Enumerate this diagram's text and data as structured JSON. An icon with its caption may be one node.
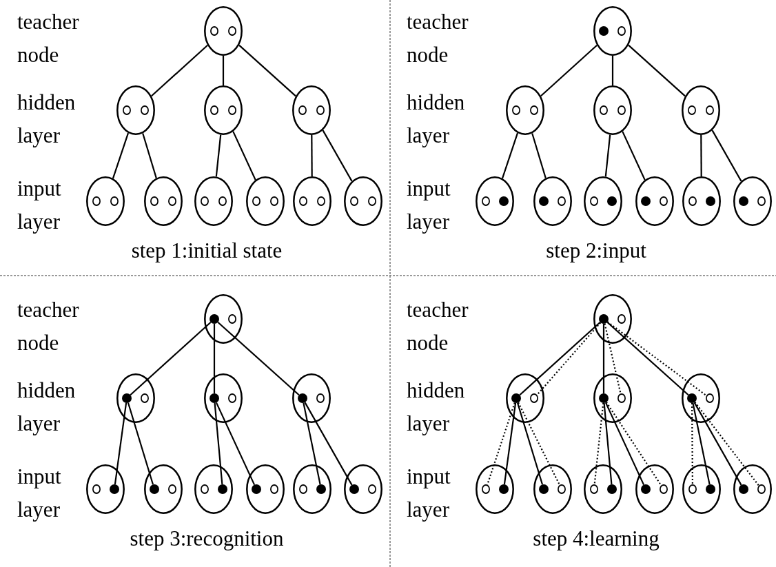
{
  "diagram": {
    "nodes": [
      {
        "text": [],
        "shape": "ellipse"
      },
      {
        "text": [],
        "shape": "circle",
        "in": 0
      },
      {
        "text": [],
        "shape": "circle",
        "in": 0
      },
      {
        "text": [],
        "shape": "ellipse"
      },
      {
        "text": [],
        "shape": "circle",
        "in": 3
      },
      {
        "text": [],
        "shape": "circle",
        "in": 3
      },
      {
        "text": [],
        "shape": "ellipse"
      },
      {
        "text": [],
        "shape": "circle",
        "in": 6
      },
      {
        "text": [],
        "shape": "circle",
        "in": 6
      },
      {
        "text": [],
        "shape": "ellipse"
      },
      {
        "text": [],
        "shape": "circle",
        "in": 9
      },
      {
        "text": [],
        "shape": "circle",
        "in": 9
      },
      {
        "text": [],
        "shape": "ellipse"
      },
      {
        "text": [],
        "shape": "circle",
        "in": 12
      },
      {
        "text": [],
        "shape": "circle",
        "in": 12
      },
      {
        "text": [],
        "shape": "ellipse"
      },
      {
        "text": [],
        "shape": "circle",
        "in": 15
      },
      {
        "text": [],
        "shape": "circle",
        "in": 15
      },
      {
        "text": [],
        "shape": "ellipse"
      },
      {
        "text": [],
        "shape": "circle",
        "in": 18
      },
      {
        "text": [],
        "shape": "circle",
        "in": 18
      },
      {
        "text": [],
        "shape": "ellipse"
      },
      {
        "text": [],
        "shape": "circle",
        "in": 21
      },
      {
        "text": [],
        "shape": "circle",
        "in": 21
      },
      {
        "text": [],
        "shape": "ellipse"
      },
      {
        "text": [],
        "shape": "circle",
        "in": 24
      },
      {
        "text": [],
        "shape": "circle",
        "in": 24
      },
      {
        "text": [],
        "shape": "ellipse"
      },
      {
        "text": [],
        "shape": "circle",
        "in": 27
      },
      {
        "text": [],
        "shape": "circle",
        "in": 27
      },
      {
        "text": [],
        "shape": "ellipse"
      },
      {
        "text": [],
        "shape": "dot",
        "in": 30
      },
      {
        "text": [],
        "shape": "circle",
        "in": 30
      },
      {
        "text": [],
        "shape": "ellipse"
      },
      {
        "text": [],
        "shape": "circle",
        "in": 33
      },
      {
        "text": [],
        "shape": "circle",
        "in": 33
      },
      {
        "text": [],
        "shape": "ellipse"
      },
      {
        "text": [],
        "shape": "circle",
        "in": 36
      },
      {
        "text": [],
        "shape": "circle",
        "in": 36
      },
      {
        "text": [],
        "shape": "ellipse"
      },
      {
        "text": [],
        "shape": "circle",
        "in": 39
      },
      {
        "text": [],
        "shape": "circle",
        "in": 39
      },
      {
        "text": [],
        "shape": "ellipse"
      },
      {
        "text": [],
        "shape": "circle",
        "in": 42
      },
      {
        "text": [],
        "shape": "dot",
        "in": 42
      },
      {
        "text": [],
        "shape": "ellipse"
      },
      {
        "text": [],
        "shape": "dot",
        "in": 45
      },
      {
        "text": [],
        "shape": "circle",
        "in": 45
      },
      {
        "text": [],
        "shape": "ellipse"
      },
      {
        "text": [],
        "shape": "circle",
        "in": 48
      },
      {
        "text": [],
        "shape": "dot",
        "in": 48
      },
      {
        "text": [],
        "shape": "ellipse"
      },
      {
        "text": [],
        "shape": "dot",
        "in": 51
      },
      {
        "text": [],
        "shape": "circle",
        "in": 51
      },
      {
        "text": [],
        "shape": "ellipse"
      },
      {
        "text": [],
        "shape": "circle",
        "in": 54
      },
      {
        "text": [],
        "shape": "dot",
        "in": 54
      },
      {
        "text": [],
        "shape": "ellipse"
      },
      {
        "text": [],
        "shape": "dot",
        "in": 57
      },
      {
        "text": [],
        "shape": "circle",
        "in": 57
      },
      {
        "text": [],
        "shape": "ellipse"
      },
      {
        "text": [],
        "shape": "dot",
        "in": 60
      },
      {
        "text": [],
        "shape": "circle",
        "in": 60
      },
      {
        "text": [],
        "shape": "ellipse"
      },
      {
        "text": [],
        "shape": "dot",
        "in": 63
      },
      {
        "text": [],
        "shape": "circle",
        "in": 63
      },
      {
        "text": [],
        "shape": "ellipse"
      },
      {
        "text": [],
        "shape": "dot",
        "in": 66
      },
      {
        "text": [],
        "shape": "circle",
        "in": 66
      },
      {
        "text": [],
        "shape": "ellipse"
      },
      {
        "text": [],
        "shape": "dot",
        "in": 69
      },
      {
        "text": [],
        "shape": "circle",
        "in": 69
      },
      {
        "text": [],
        "shape": "ellipse"
      },
      {
        "text": [],
        "shape": "circle",
        "in": 72
      },
      {
        "text": [],
        "shape": "dot",
        "in": 72
      },
      {
        "text": [],
        "shape": "ellipse"
      },
      {
        "text": [],
        "shape": "dot",
        "in": 75
      },
      {
        "text": [],
        "shape": "circle",
        "in": 75
      },
      {
        "text": [],
        "shape": "ellipse"
      },
      {
        "text": [],
        "shape": "circle",
        "in": 78
      },
      {
        "text": [],
        "shape": "dot",
        "in": 78
      },
      {
        "text": [],
        "shape": "ellipse"
      },
      {
        "text": [],
        "shape": "dot",
        "in": 81
      },
      {
        "text": [],
        "shape": "circle",
        "in": 81
      },
      {
        "text": [],
        "shape": "ellipse"
      },
      {
        "text": [],
        "shape": "circle",
        "in": 84
      },
      {
        "text": [],
        "shape": "dot",
        "in": 84
      },
      {
        "text": [],
        "shape": "ellipse"
      },
      {
        "text": [],
        "shape": "dot",
        "in": 87
      },
      {
        "text": [],
        "shape": "circle",
        "in": 87
      },
      {
        "text": [],
        "shape": "ellipse"
      },
      {
        "text": [],
        "shape": "dot",
        "in": 90
      },
      {
        "text": [],
        "shape": "circle",
        "in": 90
      },
      {
        "text": [],
        "shape": "ellipse"
      },
      {
        "text": [],
        "shape": "dot",
        "in": 93
      },
      {
        "text": [],
        "shape": "circle",
        "in": 93
      },
      {
        "text": [],
        "shape": "ellipse"
      },
      {
        "text": [],
        "shape": "dot",
        "in": 96
      },
      {
        "text": [],
        "shape": "circle",
        "in": 96
      },
      {
        "text": [],
        "shape": "ellipse"
      },
      {
        "text": [],
        "shape": "dot",
        "in": 99
      },
      {
        "text": [],
        "shape": "circle",
        "in": 99
      },
      {
        "text": [],
        "shape": "ellipse"
      },
      {
        "text": [],
        "shape": "circle",
        "in": 102
      },
      {
        "text": [],
        "shape": "dot",
        "in": 102
      },
      {
        "text": [],
        "shape": "ellipse"
      },
      {
        "text": [],
        "shape": "dot",
        "in": 105
      },
      {
        "text": [],
        "shape": "circle",
        "in": 105
      },
      {
        "text": [],
        "shape": "ellipse"
      },
      {
        "text": [],
        "shape": "circle",
        "in": 108
      },
      {
        "text": [],
        "shape": "dot",
        "in": 108
      },
      {
        "text": [],
        "shape": "ellipse"
      },
      {
        "text": [],
        "shape": "dot",
        "in": 111
      },
      {
        "text": [],
        "shape": "circle",
        "in": 111
      },
      {
        "text": [],
        "shape": "ellipse"
      },
      {
        "text": [],
        "shape": "circle",
        "in": 114
      },
      {
        "text": [],
        "shape": "dot",
        "in": 114
      },
      {
        "text": [],
        "shape": "ellipse"
      },
      {
        "text": [],
        "shape": "dot",
        "in": 117
      },
      {
        "text": [],
        "shape": "circle",
        "in": 117
      }
    ],
    "edges": [
      {
        "from": 0,
        "to": 3,
        "arrow": "none"
      },
      {
        "from": 0,
        "to": 6,
        "arrow": "none"
      },
      {
        "from": 0,
        "to": 9,
        "arrow": "none"
      },
      {
        "from": 3,
        "to": 12,
        "arrow": "none"
      },
      {
        "from": 3,
        "to": 15,
        "arrow": "none"
      },
      {
        "from": 6,
        "to": 18,
        "arrow": "none"
      },
      {
        "from": 6,
        "to": 21,
        "arrow": "none"
      },
      {
        "from": 9,
        "to": 24,
        "arrow": "none"
      },
      {
        "from": 9,
        "to": 27,
        "arrow": "none"
      },
      {
        "from": 30,
        "to": 33,
        "arrow": "none"
      },
      {
        "from": 30,
        "to": 36,
        "arrow": "none"
      },
      {
        "from": 30,
        "to": 39,
        "arrow": "none"
      },
      {
        "from": 33,
        "to": 42,
        "arrow": "none"
      },
      {
        "from": 33,
        "to": 45,
        "arrow": "none"
      },
      {
        "from": 36,
        "to": 48,
        "arrow": "none"
      },
      {
        "from": 36,
        "to": 51,
        "arrow": "none"
      },
      {
        "from": 39,
        "to": 54,
        "arrow": "none"
      },
      {
        "from": 39,
        "to": 57,
        "arrow": "none"
      },
      {
        "from": 61,
        "to": 64,
        "arrow": "none"
      },
      {
        "from": 61,
        "to": 67,
        "arrow": "none"
      },
      {
        "from": 61,
        "to": 70,
        "arrow": "none"
      },
      {
        "from": 64,
        "to": 74,
        "arrow": "none"
      },
      {
        "from": 64,
        "to": 76,
        "arrow": "none"
      },
      {
        "from": 67,
        "to": 80,
        "arrow": "none"
      },
      {
        "from": 67,
        "to": 82,
        "arrow": "none"
      },
      {
        "from": 70,
        "to": 86,
        "arrow": "none"
      },
      {
        "from": 70,
        "to": 88,
        "arrow": "none"
      },
      {
        "from": 91,
        "to": 94,
        "arrow": "none"
      },
      {
        "from": 91,
        "to": 97,
        "arrow": "none"
      },
      {
        "from": 91,
        "to": 100,
        "arrow": "none"
      },
      {
        "from": 94,
        "to": 104,
        "arrow": "none"
      },
      {
        "from": 94,
        "to": 106,
        "arrow": "none"
      },
      {
        "from": 97,
        "to": 110,
        "arrow": "none"
      },
      {
        "from": 97,
        "to": 112,
        "arrow": "none"
      },
      {
        "from": 100,
        "to": 116,
        "arrow": "none"
      },
      {
        "from": 100,
        "to": 118,
        "arrow": "none"
      },
      {
        "from": 91,
        "to": 95,
        "arrow": "none",
        "style": "dashed"
      },
      {
        "from": 91,
        "to": 98,
        "arrow": "none",
        "style": "dashed"
      },
      {
        "from": 91,
        "to": 101,
        "arrow": "none",
        "style": "dashed"
      },
      {
        "from": 94,
        "to": 103,
        "arrow": "none",
        "style": "dashed"
      },
      {
        "from": 94,
        "to": 107,
        "arrow": "none",
        "style": "dashed"
      },
      {
        "from": 97,
        "to": 109,
        "arrow": "none",
        "style": "dashed"
      },
      {
        "from": 97,
        "to": 113,
        "arrow": "none",
        "style": "dashed"
      },
      {
        "from": 100,
        "to": 115,
        "arrow": "none",
        "style": "dashed"
      },
      {
        "from": 100,
        "to": 119,
        "arrow": "none",
        "style": "dashed"
      }
    ],
    "labels": [
      "teacher node",
      "hidden layer",
      "input layer",
      "step 1:initial state",
      "teacher node",
      "hidden layer",
      "input layer",
      "step 2:input",
      "teacher node",
      "hidden layer",
      "input layer",
      "step 3:recognition",
      "teacher node",
      "hidden layer",
      "input layer",
      "step 4:learning"
    ]
  }
}
